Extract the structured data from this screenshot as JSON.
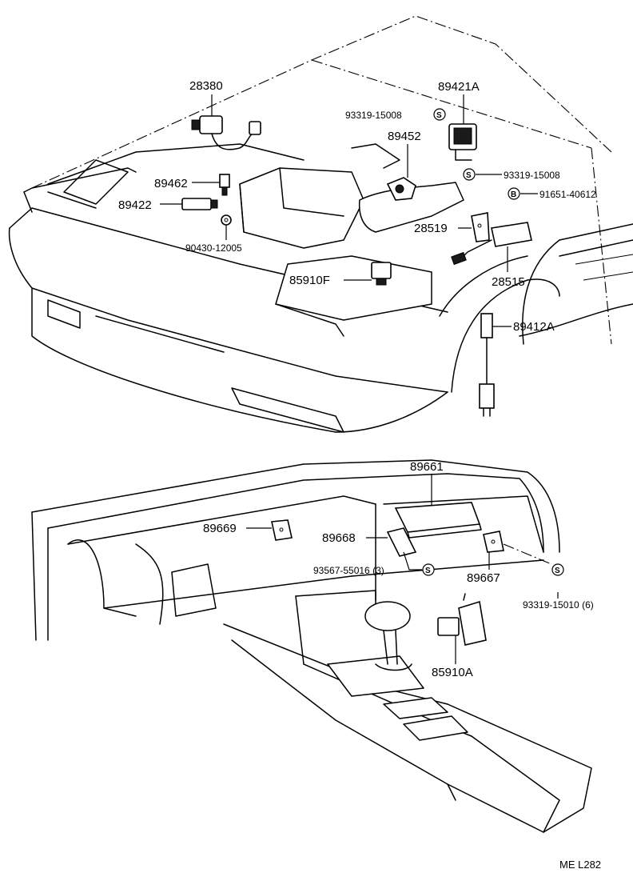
{
  "labels": {
    "p28380": "28380",
    "p89421a": "89421A",
    "p93319_15008_a": "93319-15008",
    "p89452": "89452",
    "p93319_15008_b": "93319-15008",
    "p91651_40612": "91651-40612",
    "p89462": "89462",
    "p89422": "89422",
    "p28519": "28519",
    "p90430_12005": "90430-12005",
    "p28515": "28515",
    "p85910f": "85910F",
    "p89412a": "89412A",
    "p89661": "89661",
    "p89669": "89669",
    "p89668": "89668",
    "p93567_55016": "93567-55016 (3)",
    "p89667": "89667",
    "p93319_15010": "93319-15010 (6)",
    "p85910a": "85910A"
  },
  "symbols": {
    "s": "S",
    "b": "B"
  },
  "footer": {
    "code": "ME  L282"
  }
}
